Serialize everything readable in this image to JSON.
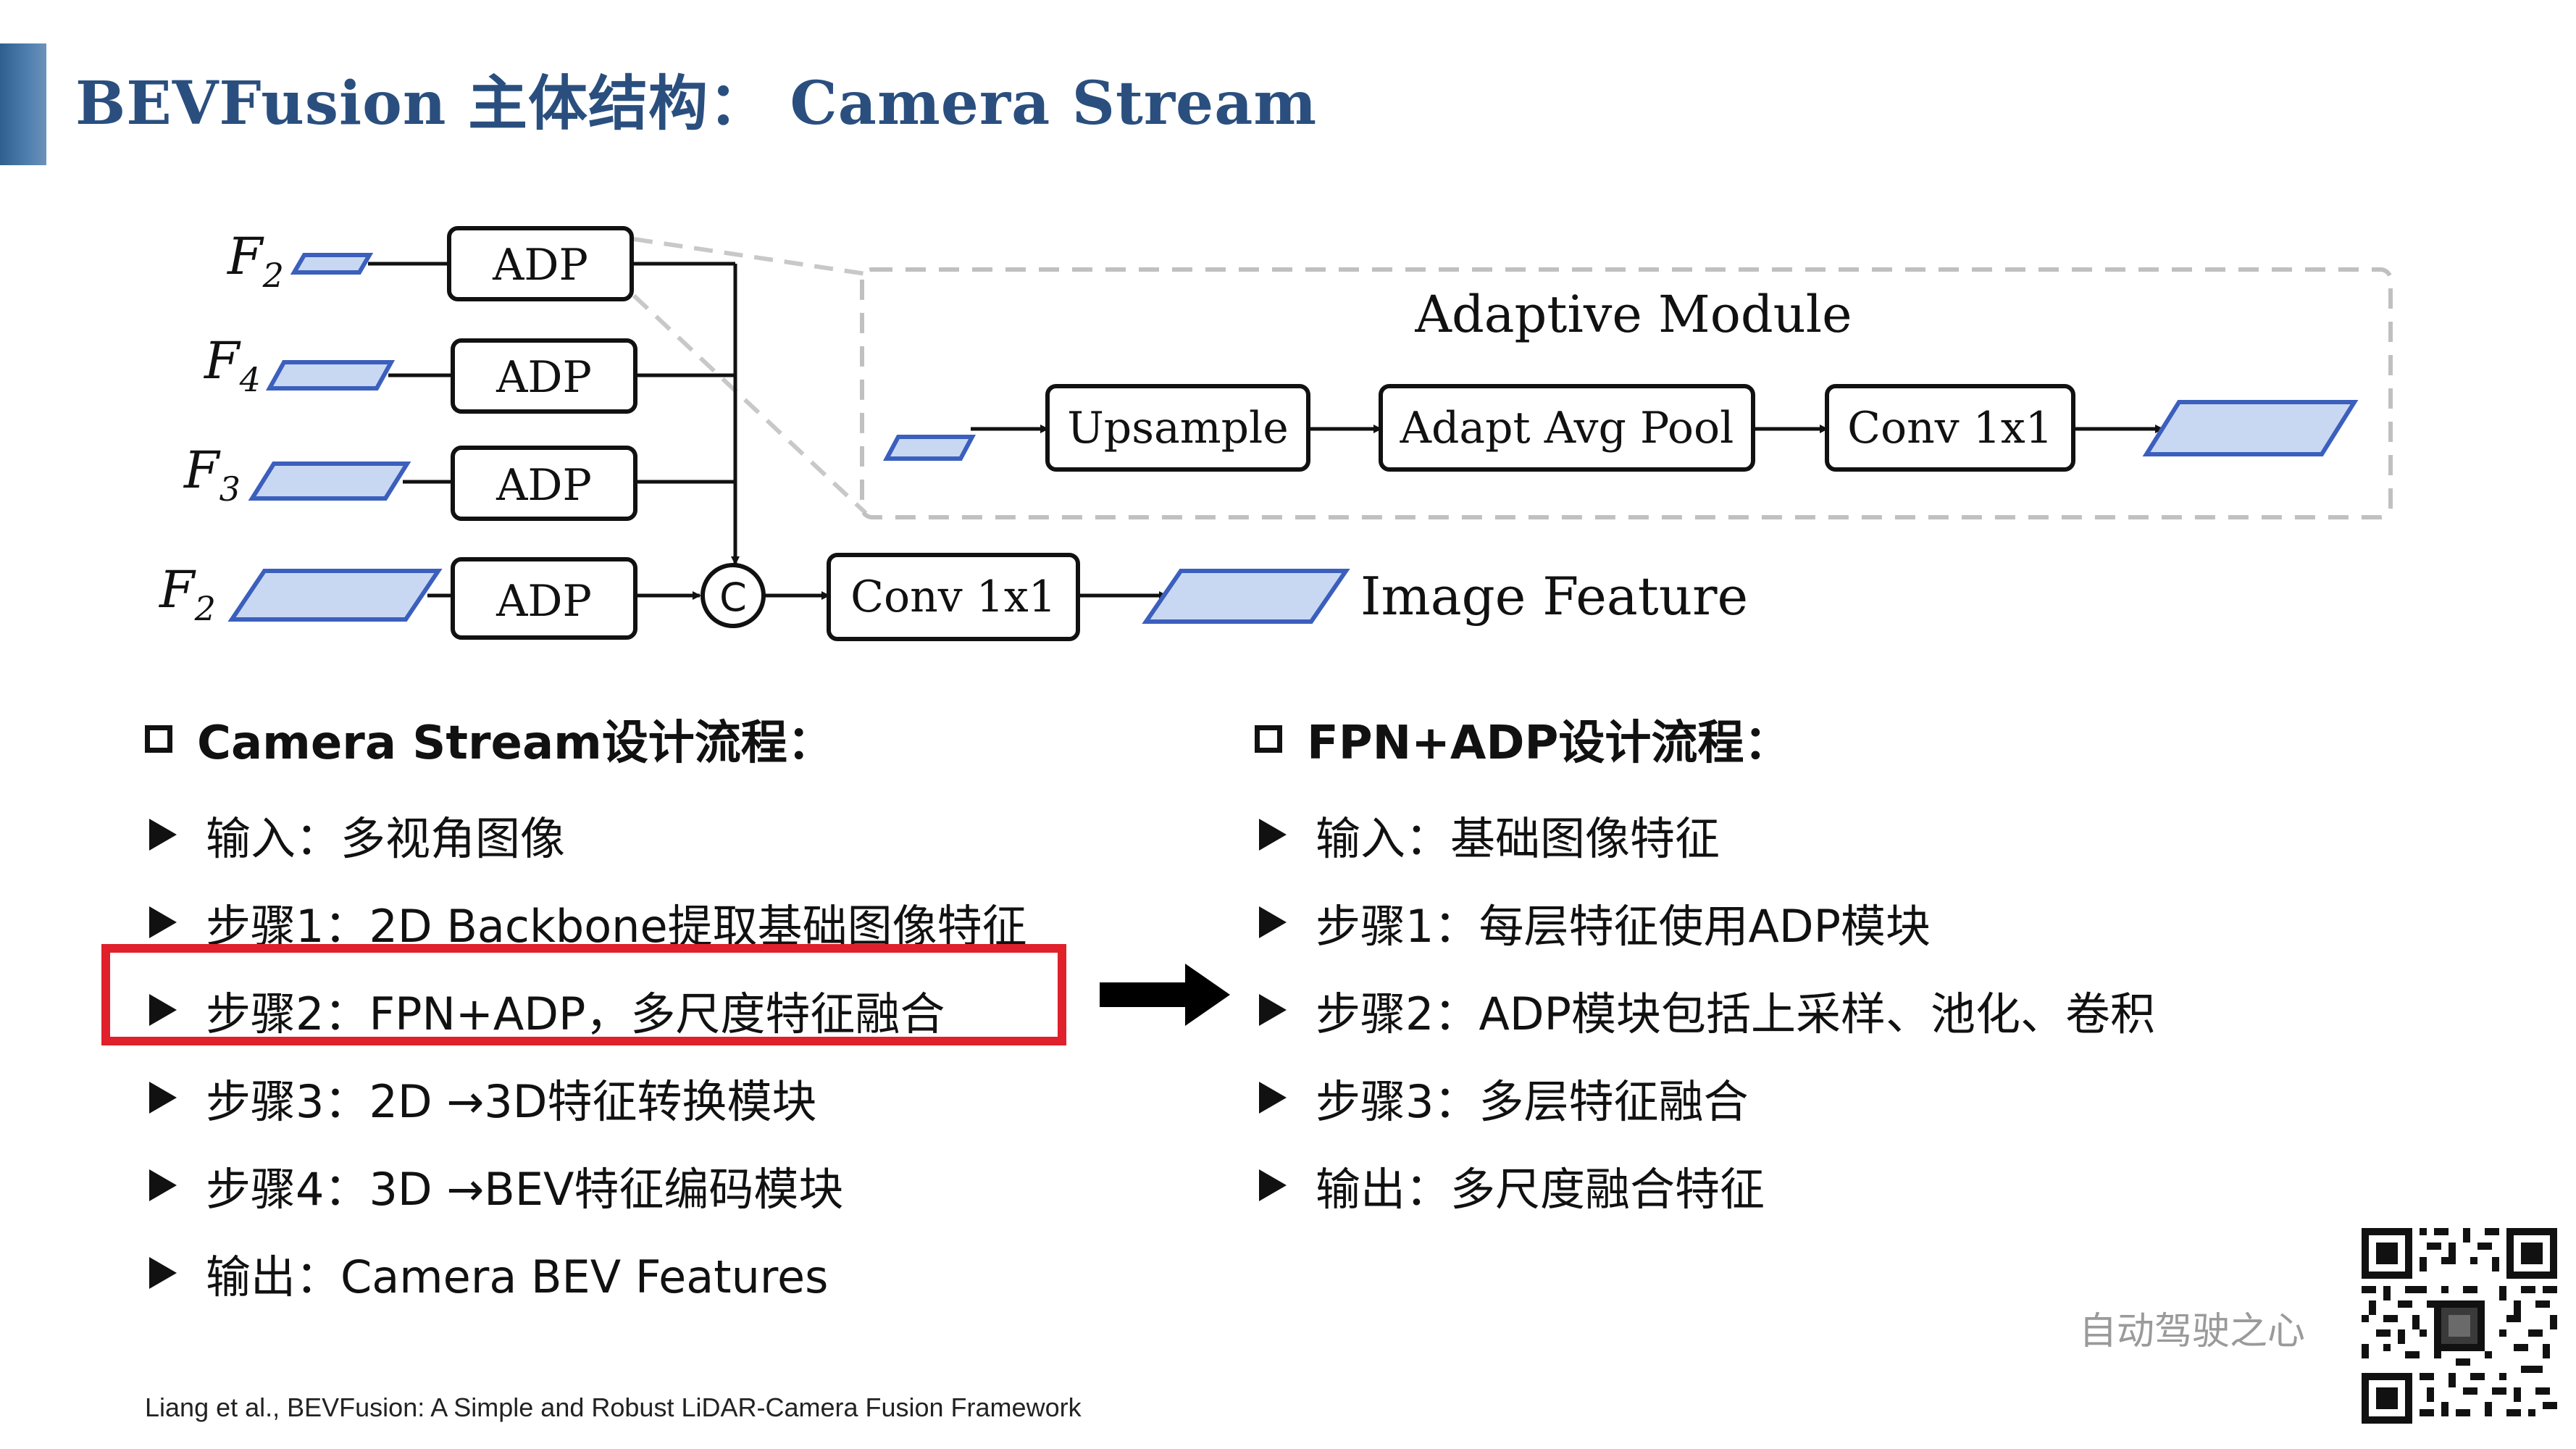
{
  "title": "BEVFusion 主体结构： Camera Stream",
  "diagram": {
    "inputs": [
      {
        "letter": "F",
        "sub": "2"
      },
      {
        "letter": "F",
        "sub": "4"
      },
      {
        "letter": "F",
        "sub": "3"
      },
      {
        "letter": "F",
        "sub": "2"
      }
    ],
    "adp_label": "ADP",
    "concat_symbol": "C",
    "conv_label": "Conv 1x1",
    "output_label": "Image Feature",
    "adaptive_module": {
      "title": "Adaptive Module",
      "steps": [
        "Upsample",
        "Adapt Avg Pool",
        "Conv 1x1"
      ]
    }
  },
  "left_list": {
    "heading": "Camera Stream设计流程：",
    "items": [
      "输入：多视角图像",
      "步骤1：2D Backbone提取基础图像特征",
      "步骤2：FPN+ADP，多尺度特征融合",
      "步骤3：2D →3D特征转换模块",
      "步骤4：3D →BEV特征编码模块",
      "输出：Camera BEV Features"
    ],
    "highlighted_index": 2
  },
  "right_list": {
    "heading": "FPN+ADP设计流程：",
    "items": [
      "输入：基础图像特征",
      "步骤1：每层特征使用ADP模块",
      "步骤2：ADP模块包括上采样、池化、卷积",
      "步骤3：多层特征融合",
      "输出：多尺度融合特征"
    ]
  },
  "citation": "Liang et al., BEVFusion:  A Simple and Robust LiDAR-Camera Fusion Framework",
  "watermark": "自动驾驶之心",
  "colors": {
    "title": "#2a4f7f",
    "accent_bar": "#3f6f9f",
    "highlight": "#e0202a",
    "feature_fill": "#c9d8f2",
    "feature_stroke": "#3b5fbd"
  },
  "icons": {
    "heading_marker": "square-outline-icon",
    "bullet_marker": "arrowhead-icon",
    "transition": "right-arrow-icon",
    "qr": "qr-code-icon"
  }
}
